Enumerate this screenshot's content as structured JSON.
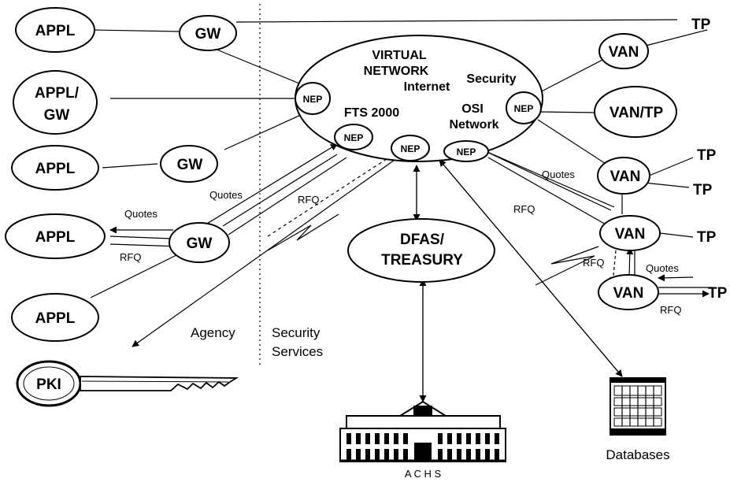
{
  "nodes": {
    "appl_1": "APPL",
    "gw_1": "GW",
    "appl_gw_line1": "APPL/",
    "appl_gw_line2": "GW",
    "appl_2": "APPL",
    "gw_2": "GW",
    "appl_3": "APPL",
    "gw_3": "GW",
    "appl_4": "APPL",
    "virtual_line1": "VIRTUAL",
    "virtual_line2": "NETWORK",
    "internet": "Internet",
    "security": "Security",
    "fts": "FTS 2000",
    "osi_line1": "OSI",
    "osi_line2": "Network",
    "nep": "NEP",
    "van_1": "VAN",
    "van_tp": "VAN/TP",
    "van_2": "VAN",
    "van_3": "VAN",
    "van_4": "VAN",
    "tp": "TP",
    "dfas_line1": "DFAS/",
    "dfas_line2": "TREASURY",
    "pki": "PKI",
    "achs": "A C H S",
    "databases": "Databases"
  },
  "labels": {
    "quotes": "Quotes",
    "rfq": "RFQ",
    "agency": "Agency",
    "security_services_line1": "Security",
    "security_services_line2": "Services"
  }
}
